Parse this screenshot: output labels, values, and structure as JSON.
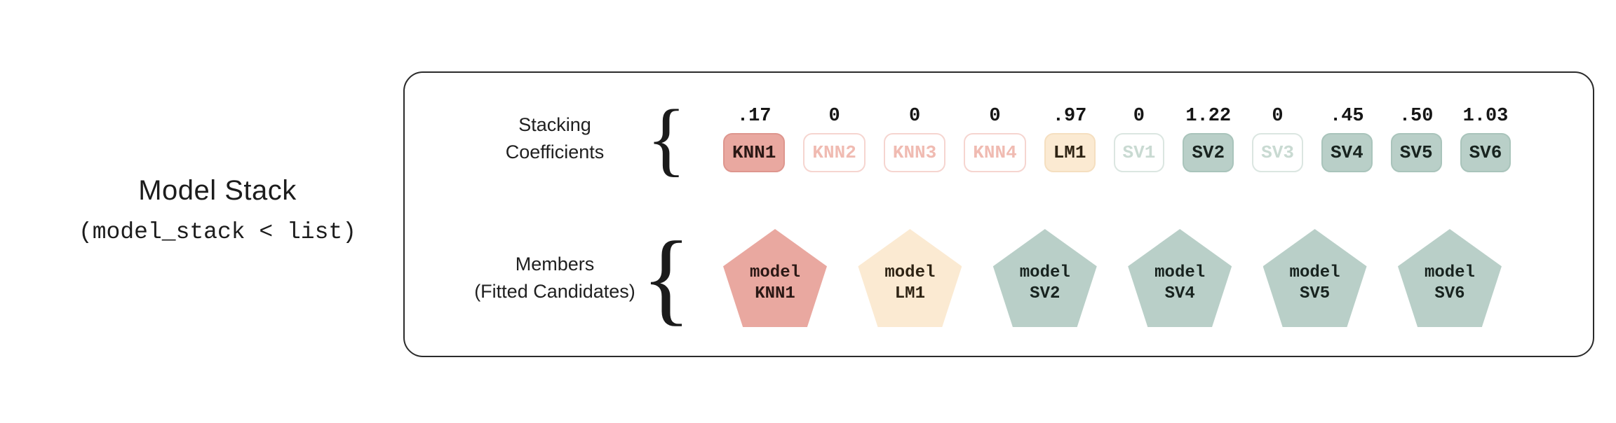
{
  "title": {
    "main": "Model Stack",
    "sub": "(model_stack < list)"
  },
  "brace": "{",
  "rows": {
    "coefficients": {
      "label_line1": "Stacking",
      "label_line2": "Coefficients"
    },
    "members": {
      "label_line1": "Members",
      "label_line2": "(Fitted Candidates)"
    }
  },
  "candidates": [
    {
      "coef": ".17",
      "label": "KNN1",
      "variant": "salmon"
    },
    {
      "coef": "0",
      "label": "KNN2",
      "variant": "salmon-faded"
    },
    {
      "coef": "0",
      "label": "KNN3",
      "variant": "salmon-faded"
    },
    {
      "coef": "0",
      "label": "KNN4",
      "variant": "salmon-faded"
    },
    {
      "coef": ".97",
      "label": "LM1",
      "variant": "peach"
    },
    {
      "coef": "0",
      "label": "SV1",
      "variant": "green-faded"
    },
    {
      "coef": "1.22",
      "label": "SV2",
      "variant": "green"
    },
    {
      "coef": "0",
      "label": "SV3",
      "variant": "green-faded"
    },
    {
      "coef": ".45",
      "label": "SV4",
      "variant": "green"
    },
    {
      "coef": ".50",
      "label": "SV5",
      "variant": "green"
    },
    {
      "coef": "1.03",
      "label": "SV6",
      "variant": "green"
    }
  ],
  "members": [
    {
      "line1": "model",
      "line2": "KNN1",
      "variant": "salmon"
    },
    {
      "line1": "model",
      "line2": "LM1",
      "variant": "peach"
    },
    {
      "line1": "model",
      "line2": "SV2",
      "variant": "green"
    },
    {
      "line1": "model",
      "line2": "SV4",
      "variant": "green"
    },
    {
      "line1": "model",
      "line2": "SV5",
      "variant": "green"
    },
    {
      "line1": "model",
      "line2": "SV6",
      "variant": "green"
    }
  ],
  "colors": {
    "salmon": "#E9A8A0",
    "salmon_border": "#DE968E",
    "salmon_faded_border": "#F6D5D0",
    "salmon_faded_text": "#F0BBB2",
    "peach": "#FBEAD2",
    "peach_border": "#F5DFC0",
    "green": "#B9CFC8",
    "green_border": "#A9C4BB",
    "green_faded_border": "#DBE6E1",
    "green_faded_text": "#C9DAD2",
    "ink": "#1c1c1c"
  }
}
